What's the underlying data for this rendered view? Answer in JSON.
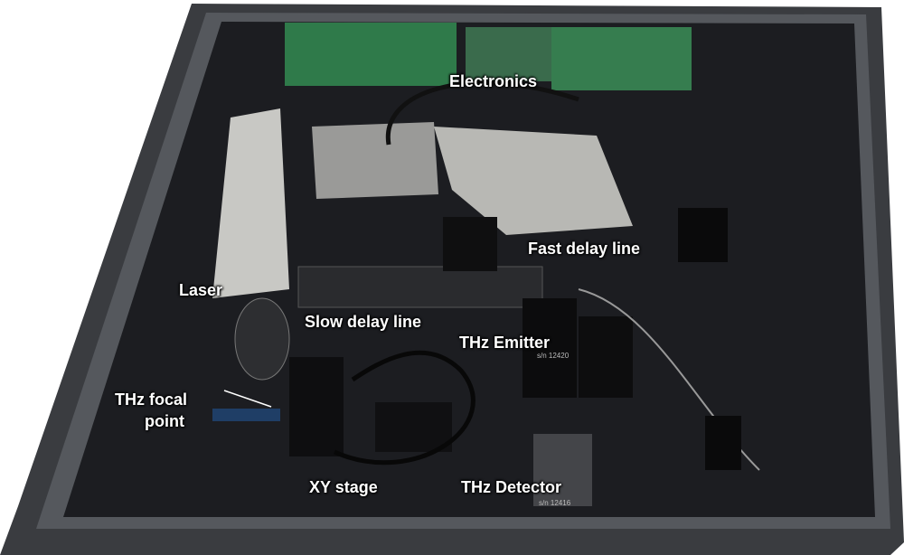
{
  "labels": {
    "electronics": "Electronics",
    "fast_delay_line": "Fast delay line",
    "laser": "Laser",
    "slow_delay_line": "Slow delay line",
    "thz_emitter": "THz Emitter",
    "thz_focal_point_line1": "THz focal",
    "thz_focal_point_line2": "point",
    "xy_stage": "XY stage",
    "thz_detector": "THz Detector"
  },
  "serials": {
    "emitter": "s/n 12420",
    "detector": "s/n 12416"
  }
}
